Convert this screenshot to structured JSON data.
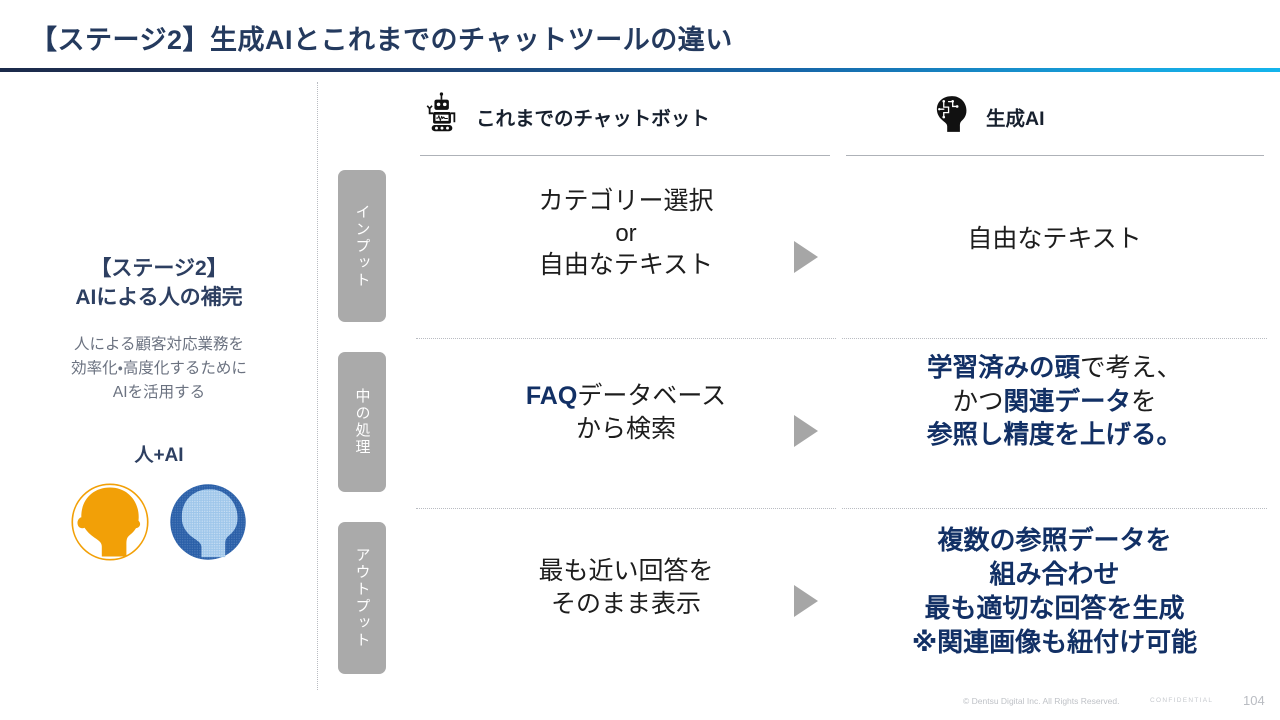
{
  "header": {
    "title": "【ステージ2】生成AIとこれまでのチャットツールの違い",
    "accent_from": "#1b2a4a",
    "accent_to": "#14b4ec"
  },
  "left_panel": {
    "stage_heading_line1": "【ステージ2】",
    "stage_heading_line2": "AIによる人の補完",
    "description_line1": "人による顧客対応業務を",
    "description_line2": "効率化・高度化するために",
    "description_line3": "AIを活用する",
    "human_ai_label": "人+AI",
    "human_icon": "human-head-icon",
    "ai_icon": "ai-head-icon",
    "human_color": "#f2a007",
    "ai_color": "#2a5fa8"
  },
  "columns": {
    "left": {
      "label": "これまでのチャットボット",
      "icon": "robot-icon"
    },
    "right": {
      "label": "生成AI",
      "icon": "brain-head-icon"
    }
  },
  "row_labels": [
    {
      "text": "インプット"
    },
    {
      "text": "中の処理"
    },
    {
      "text": "アウトプット"
    }
  ],
  "rows": [
    {
      "left": {
        "line1": "カテゴリー選択",
        "line2": "or",
        "line3": "自由なテキスト"
      },
      "right": {
        "line1": "自由なテキスト"
      },
      "arrow": "right-triangle-icon"
    },
    {
      "left": {
        "line1_emphasis": "FAQ",
        "line1_rest": "データベース",
        "line2": "から検索"
      },
      "right": {
        "line1_emphasis": "学習済みの頭",
        "line1_rest": "で考え、",
        "line2_pre": "かつ",
        "line2_emphasis": "関連データ",
        "line2_post": "を",
        "line3": "参照し精度を上げる。"
      },
      "arrow": "right-triangle-icon"
    },
    {
      "left": {
        "line1": "最も近い回答を",
        "line2": "そのまま表示"
      },
      "right": {
        "line1": "複数の参照データを",
        "line2": "組み合わせ",
        "line3": "最も適切な回答を生成",
        "line4": "※関連画像も紐付け可能"
      },
      "arrow": "right-triangle-icon"
    }
  ],
  "footer": {
    "copyright": "© Dentsu Digital Inc. All Rights Reserved.",
    "confidential": "CONFIDENTIAL",
    "page_number": "104"
  }
}
